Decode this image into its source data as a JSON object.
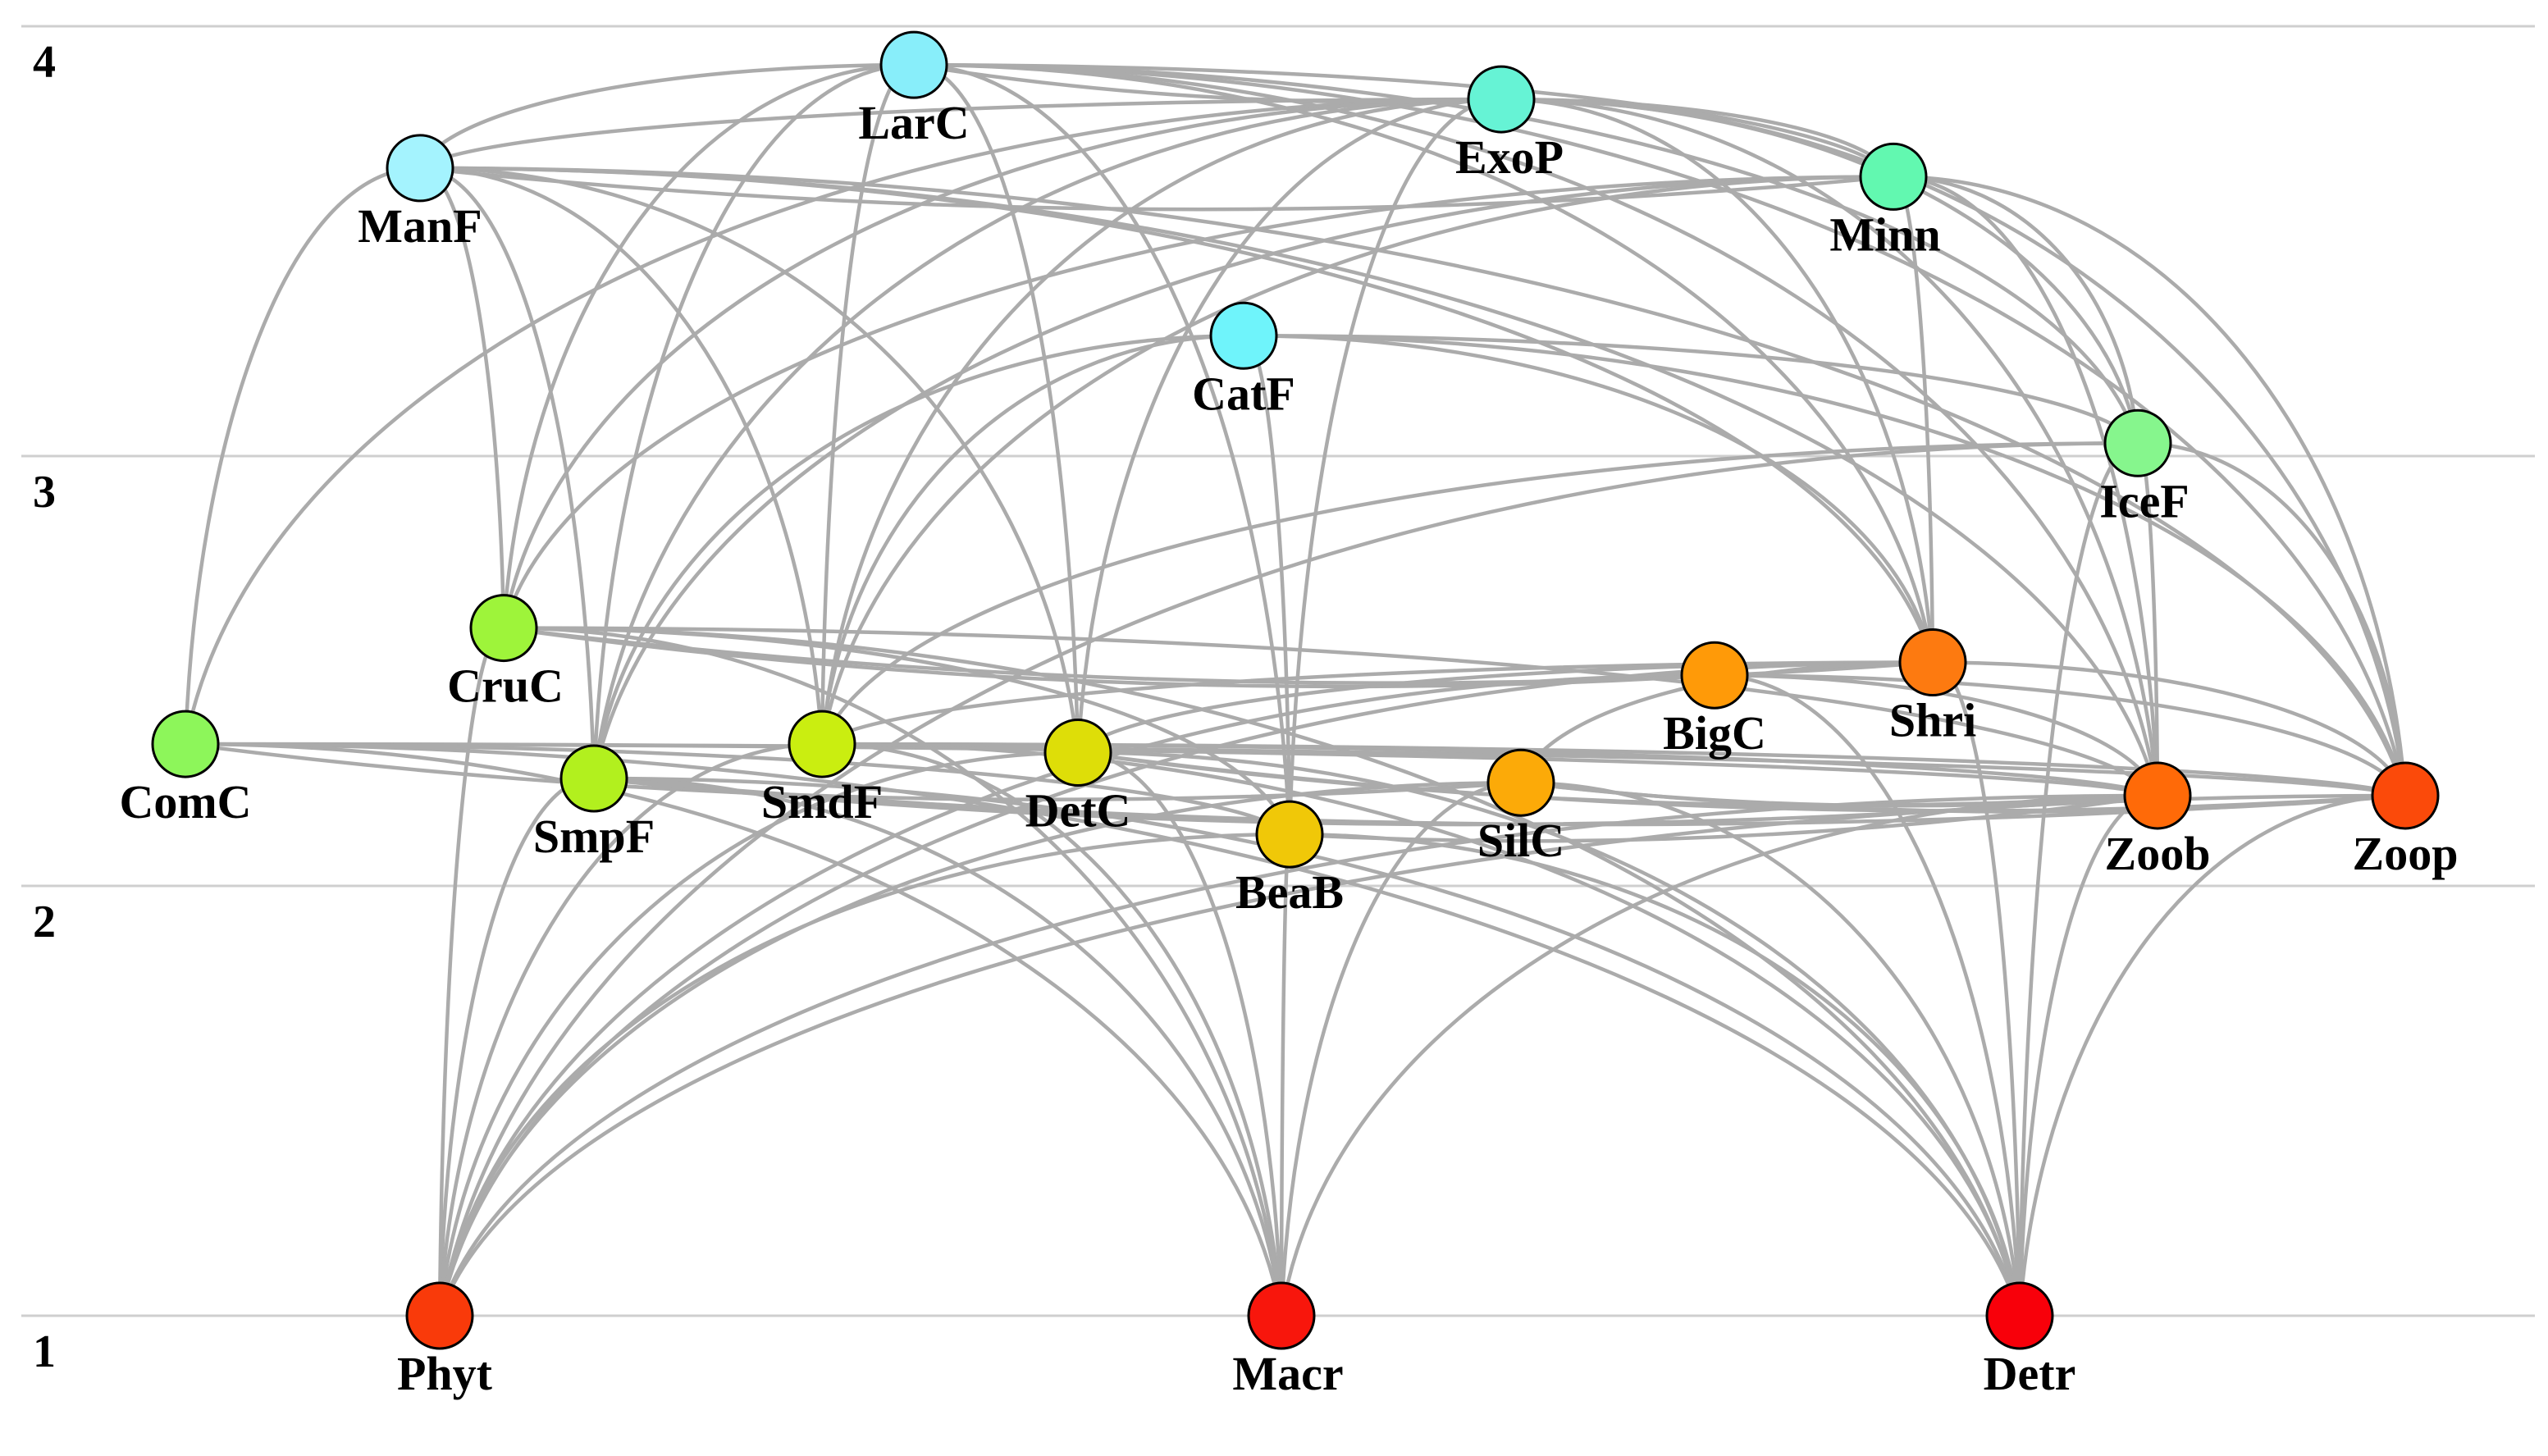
{
  "y_axis": {
    "ticks": [
      1,
      2,
      3,
      4
    ]
  },
  "colors": {
    "edge": "#ababab",
    "grid": "#cfcfcf"
  },
  "nodes": [
    {
      "id": "LarC",
      "level": 3.91,
      "color": "#88eefa"
    },
    {
      "id": "ExoP",
      "level": 3.83,
      "color": "#66f3d5"
    },
    {
      "id": "ManF",
      "level": 3.67,
      "color": "#a4f3fe"
    },
    {
      "id": "Minn",
      "level": 3.65,
      "color": "#62f8b0"
    },
    {
      "id": "CatF",
      "level": 3.28,
      "color": "#6ff4fb"
    },
    {
      "id": "IceF",
      "level": 3.03,
      "color": "#86f68d"
    },
    {
      "id": "CruC",
      "level": 2.6,
      "color": "#9ef43a"
    },
    {
      "id": "ComC",
      "level": 2.33,
      "color": "#8df65a"
    },
    {
      "id": "SmpF",
      "level": 2.25,
      "color": "#b2f01e"
    },
    {
      "id": "SmdF",
      "level": 2.33,
      "color": "#caee10"
    },
    {
      "id": "DetC",
      "level": 2.31,
      "color": "#dede08"
    },
    {
      "id": "BeaB",
      "level": 2.12,
      "color": "#f0c808"
    },
    {
      "id": "SilC",
      "level": 2.24,
      "color": "#fcaa08"
    },
    {
      "id": "BigC",
      "level": 2.49,
      "color": "#ff9a08"
    },
    {
      "id": "Shri",
      "level": 2.52,
      "color": "#fd7a10"
    },
    {
      "id": "Zoob",
      "level": 2.21,
      "color": "#ff6a08"
    },
    {
      "id": "Zoop",
      "level": 2.21,
      "color": "#fb4a0a"
    },
    {
      "id": "Phyt",
      "level": 1.0,
      "color": "#f93a0a"
    },
    {
      "id": "Macr",
      "level": 1.0,
      "color": "#f8160c"
    },
    {
      "id": "Detr",
      "level": 1.0,
      "color": "#f8000a"
    }
  ],
  "links": [
    [
      "Phyt",
      "SmpF"
    ],
    [
      "Phyt",
      "SmdF"
    ],
    [
      "Phyt",
      "DetC"
    ],
    [
      "Phyt",
      "SilC"
    ],
    [
      "Phyt",
      "BigC"
    ],
    [
      "Phyt",
      "Shri"
    ],
    [
      "Phyt",
      "Zoob"
    ],
    [
      "Phyt",
      "Zoop"
    ],
    [
      "Phyt",
      "IceF"
    ],
    [
      "Phyt",
      "BeaB"
    ],
    [
      "Phyt",
      "CruC"
    ],
    [
      "Macr",
      "SmpF"
    ],
    [
      "Macr",
      "SmdF"
    ],
    [
      "Macr",
      "DetC"
    ],
    [
      "Macr",
      "BeaB"
    ],
    [
      "Macr",
      "ComC"
    ],
    [
      "Macr",
      "CruC"
    ],
    [
      "Macr",
      "SilC"
    ],
    [
      "Macr",
      "Zoob"
    ],
    [
      "Detr",
      "SmpF"
    ],
    [
      "Detr",
      "SmdF"
    ],
    [
      "Detr",
      "DetC"
    ],
    [
      "Detr",
      "BeaB"
    ],
    [
      "Detr",
      "SilC"
    ],
    [
      "Detr",
      "BigC"
    ],
    [
      "Detr",
      "Shri"
    ],
    [
      "Detr",
      "Zoob"
    ],
    [
      "Detr",
      "Zoop"
    ],
    [
      "Detr",
      "ComC"
    ],
    [
      "Detr",
      "CruC"
    ],
    [
      "Detr",
      "IceF"
    ],
    [
      "ComC",
      "Zoob"
    ],
    [
      "ComC",
      "Zoop"
    ],
    [
      "ComC",
      "SilC"
    ],
    [
      "ComC",
      "BeaB"
    ],
    [
      "ComC",
      "ManF"
    ],
    [
      "ComC",
      "ExoP"
    ],
    [
      "CruC",
      "Shri"
    ],
    [
      "CruC",
      "Zoob"
    ],
    [
      "CruC",
      "BigC"
    ],
    [
      "CruC",
      "LarC"
    ],
    [
      "CruC",
      "ExoP"
    ],
    [
      "CruC",
      "ManF"
    ],
    [
      "CruC",
      "Minn"
    ],
    [
      "CruC",
      "BeaB"
    ],
    [
      "SmpF",
      "Zoob"
    ],
    [
      "SmpF",
      "Zoop"
    ],
    [
      "SmpF",
      "ManF"
    ],
    [
      "SmpF",
      "LarC"
    ],
    [
      "SmpF",
      "ExoP"
    ],
    [
      "SmpF",
      "Minn"
    ],
    [
      "SmpF",
      "CatF"
    ],
    [
      "SmdF",
      "Zoob"
    ],
    [
      "SmdF",
      "Zoop"
    ],
    [
      "SmdF",
      "Shri"
    ],
    [
      "SmdF",
      "ManF"
    ],
    [
      "SmdF",
      "LarC"
    ],
    [
      "SmdF",
      "ExoP"
    ],
    [
      "SmdF",
      "Minn"
    ],
    [
      "SmdF",
      "CatF"
    ],
    [
      "SmdF",
      "IceF"
    ],
    [
      "DetC",
      "Zoob"
    ],
    [
      "DetC",
      "Zoop"
    ],
    [
      "DetC",
      "LarC"
    ],
    [
      "DetC",
      "ExoP"
    ],
    [
      "DetC",
      "ManF"
    ],
    [
      "DetC",
      "Shri"
    ],
    [
      "BeaB",
      "LarC"
    ],
    [
      "BeaB",
      "CatF"
    ],
    [
      "BeaB",
      "ExoP"
    ],
    [
      "BeaB",
      "Zoob"
    ],
    [
      "SilC",
      "Zoob"
    ],
    [
      "SilC",
      "Zoop"
    ],
    [
      "SilC",
      "Shri"
    ],
    [
      "BigC",
      "Zoob"
    ],
    [
      "BigC",
      "Zoop"
    ],
    [
      "Shri",
      "Zoop"
    ],
    [
      "Shri",
      "LarC"
    ],
    [
      "Shri",
      "ExoP"
    ],
    [
      "Shri",
      "Minn"
    ],
    [
      "Shri",
      "ManF"
    ],
    [
      "Shri",
      "CatF"
    ],
    [
      "Zoob",
      "LarC"
    ],
    [
      "Zoob",
      "ExoP"
    ],
    [
      "Zoob",
      "Minn"
    ],
    [
      "Zoob",
      "ManF"
    ],
    [
      "Zoob",
      "IceF"
    ],
    [
      "Zoop",
      "LarC"
    ],
    [
      "Zoop",
      "ExoP"
    ],
    [
      "Zoop",
      "Minn"
    ],
    [
      "Zoop",
      "ManF"
    ],
    [
      "Zoop",
      "IceF"
    ],
    [
      "Zoop",
      "CatF"
    ],
    [
      "LarC",
      "ExoP"
    ],
    [
      "LarC",
      "Minn"
    ],
    [
      "LarC",
      "IceF"
    ],
    [
      "LarC",
      "ManF"
    ],
    [
      "ExoP",
      "Minn"
    ],
    [
      "ExoP",
      "IceF"
    ],
    [
      "ExoP",
      "ManF"
    ],
    [
      "ManF",
      "Minn"
    ],
    [
      "Minn",
      "IceF"
    ],
    [
      "CatF",
      "IceF"
    ]
  ]
}
